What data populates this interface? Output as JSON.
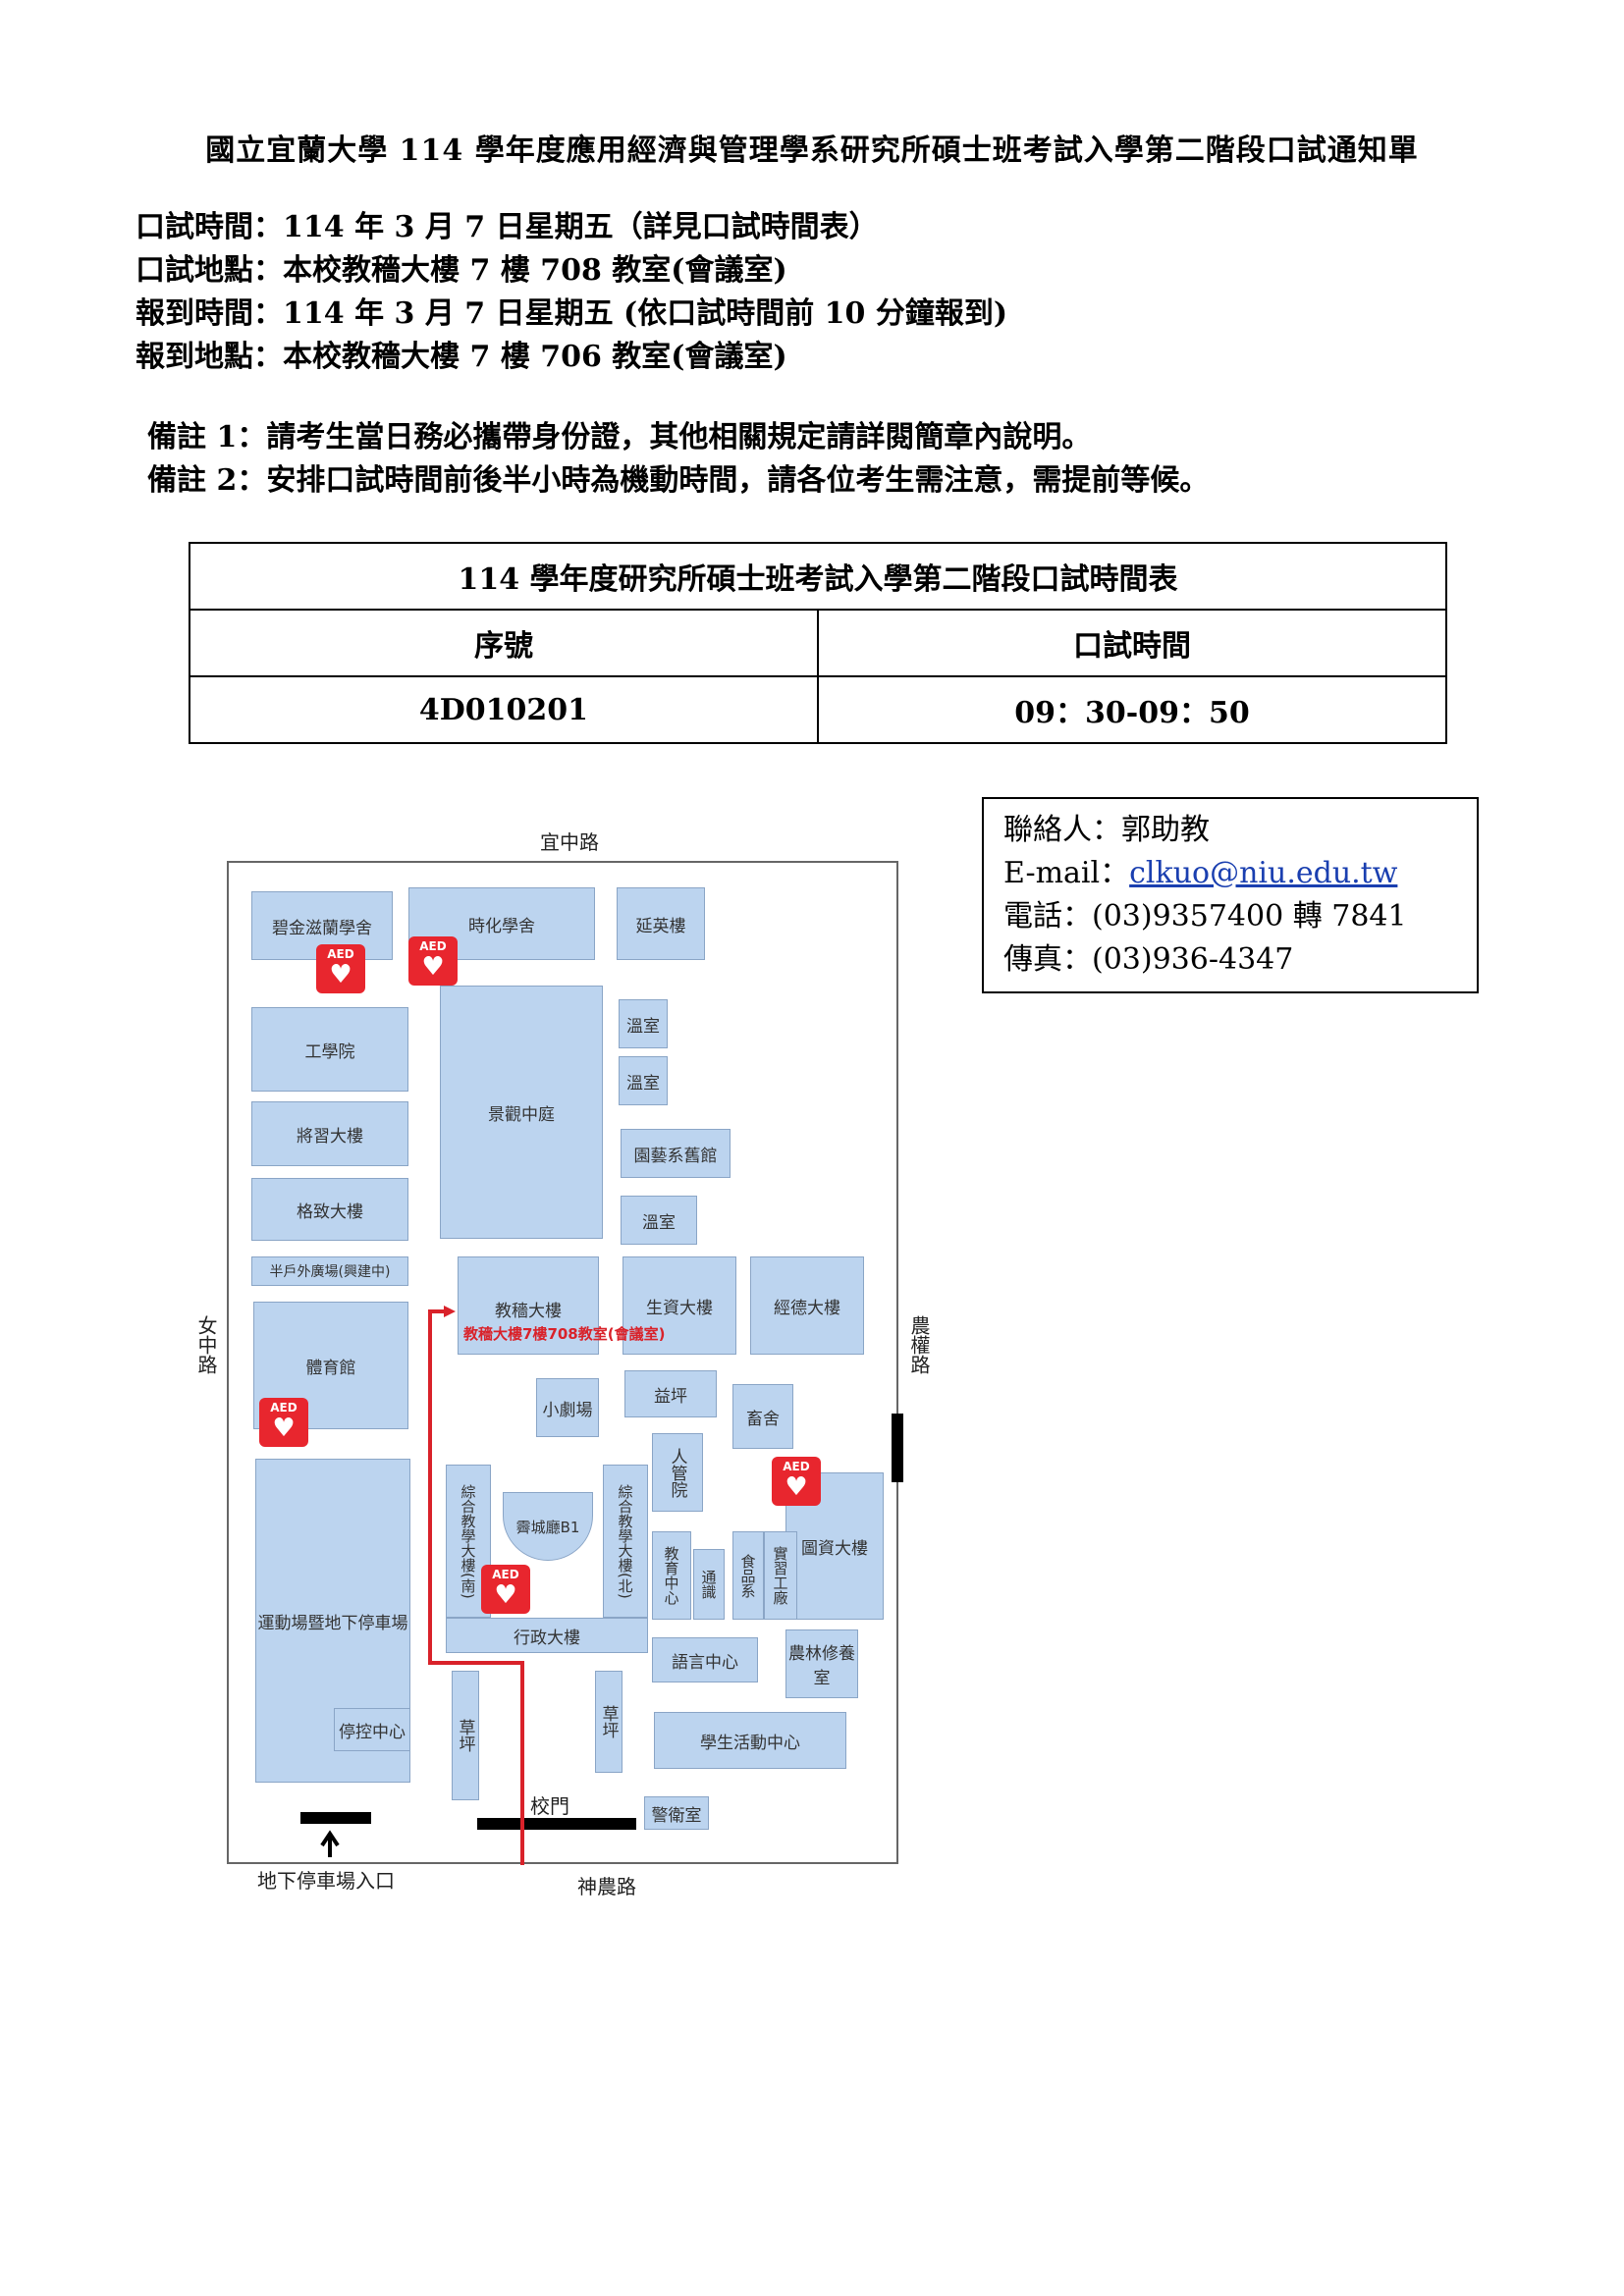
{
  "document": {
    "title": "國立宜蘭大學 114 學年度應用經濟與管理學系研究所碩士班考試入學第二階段口試通知單",
    "info_lines": [
      "口試時間：114 年 3 月 7 日星期五（詳見口試時間表）",
      "口試地點：本校教穡大樓 7 樓 708 教室(會議室)",
      "報到時間：114 年 3 月 7 日星期五 (依口試時間前 10 分鐘報到)",
      "報到地點：本校教穡大樓 7 樓 706 教室(會議室)"
    ],
    "notes": [
      "備註 1：請考生當日務必攜帶身份證，其他相關規定請詳閱簡章內說明。",
      "備註 2：安排口試時間前後半小時為機動時間，請各位考生需注意，需提前等候。"
    ]
  },
  "schedule": {
    "caption": "114 學年度研究所碩士班考試入學第二階段口試時間表",
    "headers": [
      "序號",
      "口試時間"
    ],
    "rows": [
      [
        "4D010201",
        "09：30-09：50"
      ]
    ]
  },
  "contact": {
    "person": "聯絡人：郭助教",
    "email_label": "E-mail：",
    "email": "clkuo@niu.edu.tw",
    "phone": "電話：(03)9357400 轉 7841",
    "fax": "傳真：(03)936-4347"
  },
  "map": {
    "roads": {
      "north": "宜中路",
      "west": "女中路",
      "east": "農權路",
      "south": "神農路"
    },
    "gate": "校門",
    "parking_entrance": "地下停車場入口",
    "target_label": "教穡大樓7樓708教室(會議室)",
    "aed_label": "AED",
    "buildings": {
      "b1": "碧金滋蘭學舍",
      "b2": "時化學舍",
      "b3": "延英樓",
      "b4": "工學院",
      "b5": "溫室",
      "b6": "溫室",
      "b7": "景觀中庭",
      "b8": "將習大樓",
      "b9": "園藝系舊館",
      "b10": "格致大樓",
      "b11": "溫室",
      "b12": "半戶外廣場(興建中)",
      "b13": "教穡大樓",
      "b14": "生資大樓",
      "b15": "經德大樓",
      "b16": "體育館",
      "b17": "小劇場",
      "b18": "益坪",
      "b19": "畜舍",
      "b20": "人管院",
      "b21": "綜合教學大樓(南)",
      "b22": "霽城廳B1",
      "b23": "綜合教學大樓(北)",
      "b24": "圖資大樓",
      "b25": "教育中心",
      "b26": "通識",
      "b27": "食品系",
      "b28": "實習工廠",
      "b29": "運動場暨地下停車場",
      "b30": "行政大樓",
      "b31": "語言中心",
      "b32": "農林修養室",
      "b33": "停控中心",
      "b34": "草坪",
      "b35": "草坪",
      "b36": "學生活動中心",
      "b37": "警衛室"
    }
  },
  "colors": {
    "building": "#bcd4ef",
    "route": "#d9222a",
    "aed": "#e8262e",
    "link": "#1a3fb0"
  }
}
